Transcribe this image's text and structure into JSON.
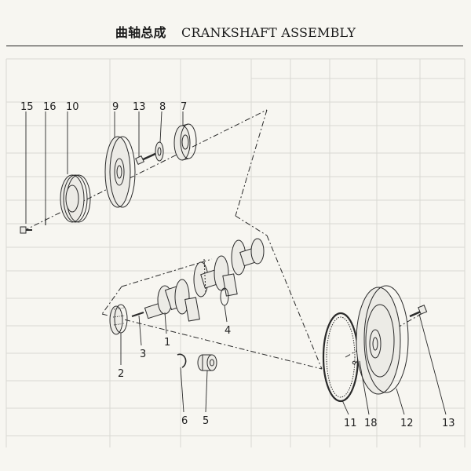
{
  "title": {
    "cn": "曲轴总成",
    "en": "CRANKSHAFT ASSEMBLY"
  },
  "callouts": {
    "c1": "1",
    "c2": "2",
    "c3": "3",
    "c4": "4",
    "c5": "5",
    "c6": "6",
    "c7": "7",
    "c8": "8",
    "c9": "9",
    "c10": "10",
    "c11": "11",
    "c12": "12",
    "c13a": "13",
    "c13b": "13",
    "c15": "15",
    "c16": "16",
    "c18": "18"
  }
}
